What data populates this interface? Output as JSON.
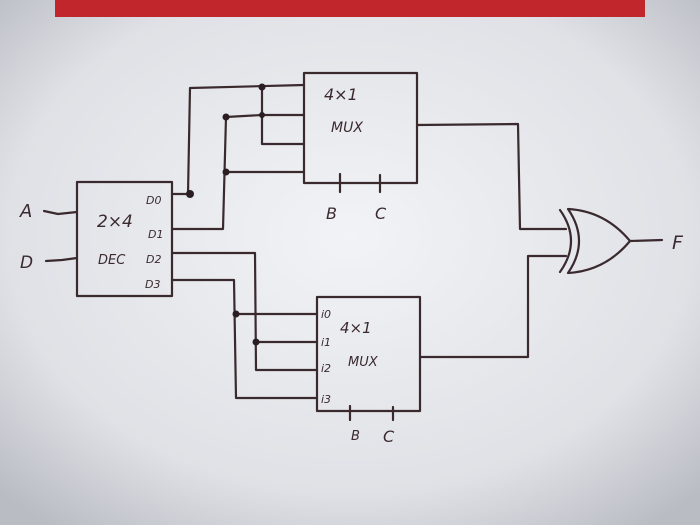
{
  "decoder": {
    "title": "2×4",
    "subtitle": "DEC",
    "outputs": [
      "D0",
      "D1",
      "D2",
      "D3"
    ]
  },
  "inputs": {
    "a": "A",
    "d": "D"
  },
  "mux_top": {
    "title": "4×1",
    "subtitle": "MUX",
    "selects": [
      "B",
      "C"
    ]
  },
  "mux_bottom": {
    "title": "4×1",
    "subtitle": "MUX",
    "inputs": [
      "i0",
      "i1",
      "i2",
      "i3"
    ],
    "selects": [
      "B",
      "C"
    ]
  },
  "output": {
    "label": "F"
  },
  "colors": {
    "ink": "#3a2a2e",
    "paper": "#d9dbe0",
    "banner": "#c0262b"
  }
}
